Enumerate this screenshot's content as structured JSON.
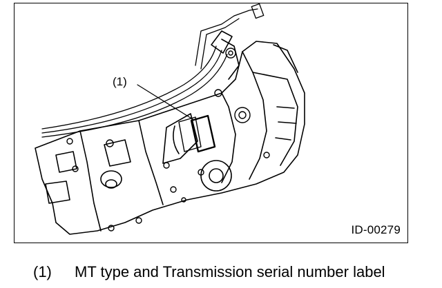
{
  "figure": {
    "callout_marker": "(1)",
    "figure_id": "ID-00279"
  },
  "legend": {
    "items": [
      {
        "number": "(1)",
        "label": "MT type and Transmission serial number label"
      }
    ]
  }
}
